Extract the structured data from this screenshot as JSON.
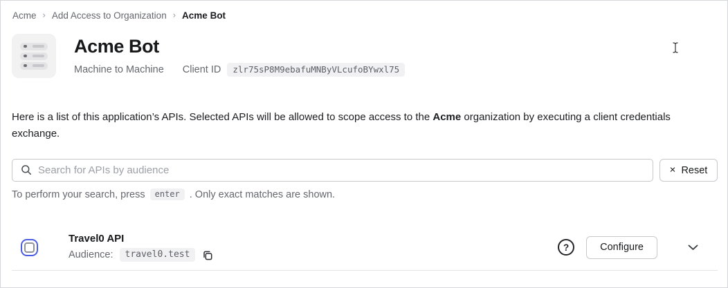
{
  "breadcrumb": {
    "separator": "›",
    "items": [
      {
        "label": "Acme"
      },
      {
        "label": "Add Access to Organization"
      },
      {
        "label": "Acme Bot"
      }
    ]
  },
  "header": {
    "title": "Acme Bot",
    "app_type": "Machine to Machine",
    "client_id_label": "Client ID",
    "client_id_value": "zlr75sP8M9ebafuMNByVLcufoBYwxl75",
    "icon": "server-stack-icon"
  },
  "description": {
    "text_before": "Here is a list of this application’s APIs. Selected APIs will be allowed to scope access to the ",
    "org_name": "Acme",
    "text_after": " organization by executing a client credentials exchange."
  },
  "search": {
    "placeholder": "Search for APIs by audience",
    "value": "",
    "icon": "search-icon",
    "reset_label": "Reset",
    "reset_icon": "×"
  },
  "search_hint": {
    "text_before": "To perform your search, press",
    "kbd": "enter",
    "text_after": ". Only exact matches are shown."
  },
  "api_list": {
    "items": [
      {
        "name": "Travel0 API",
        "audience_label": "Audience:",
        "audience": "travel0.test",
        "checked": false,
        "configure_label": "Configure"
      }
    ]
  },
  "cursor": {
    "type": "text-ibeam"
  },
  "colors": {
    "accent_blue": "#4b5ce4",
    "chip_bg": "#f1f1f3",
    "text_primary": "#17181a",
    "text_secondary": "#65676e",
    "border": "#c7c8cc",
    "divider": "#e3e4e6"
  }
}
